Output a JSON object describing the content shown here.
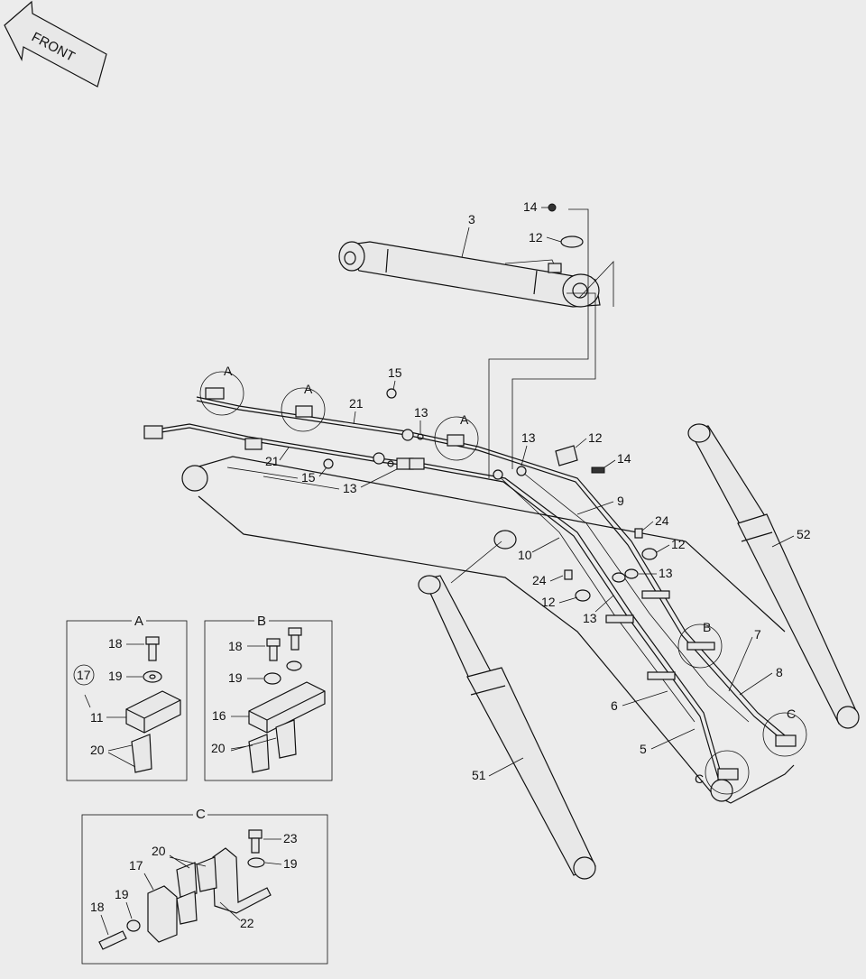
{
  "front_label": "FRONT",
  "detail_a": {
    "title": "A",
    "bolt": "18",
    "washer": "19",
    "note_circled": "17",
    "clamp": "11",
    "insert": "20"
  },
  "detail_b": {
    "title": "B",
    "bolt": "18",
    "washer": "19",
    "clamp": "16",
    "insert": "20"
  },
  "detail_c": {
    "title": "C",
    "bolt_top": "23",
    "washer_top": "19",
    "insert": "20",
    "clamp": "17",
    "bolt": "18",
    "washer": "19",
    "bracket": "22"
  },
  "callouts": {
    "c3": "3",
    "c14a": "14",
    "c12a": "12",
    "c15a": "15",
    "c21a": "21",
    "c13a": "13",
    "cA1": "A",
    "cA2": "A",
    "cA3": "A",
    "c21b": "21",
    "c15b": "15",
    "c13b": "13",
    "c13c": "13",
    "c12b": "12",
    "c14b": "14",
    "c9": "9",
    "c24a": "24",
    "c12c": "12",
    "c10": "10",
    "c24b": "24",
    "c13d": "13",
    "c12d": "12",
    "c13e": "13",
    "c52": "52",
    "c7": "7",
    "c8": "8",
    "cB": "B",
    "cC1": "C",
    "cC2": "C",
    "c6": "6",
    "c5": "5",
    "c51": "51"
  }
}
